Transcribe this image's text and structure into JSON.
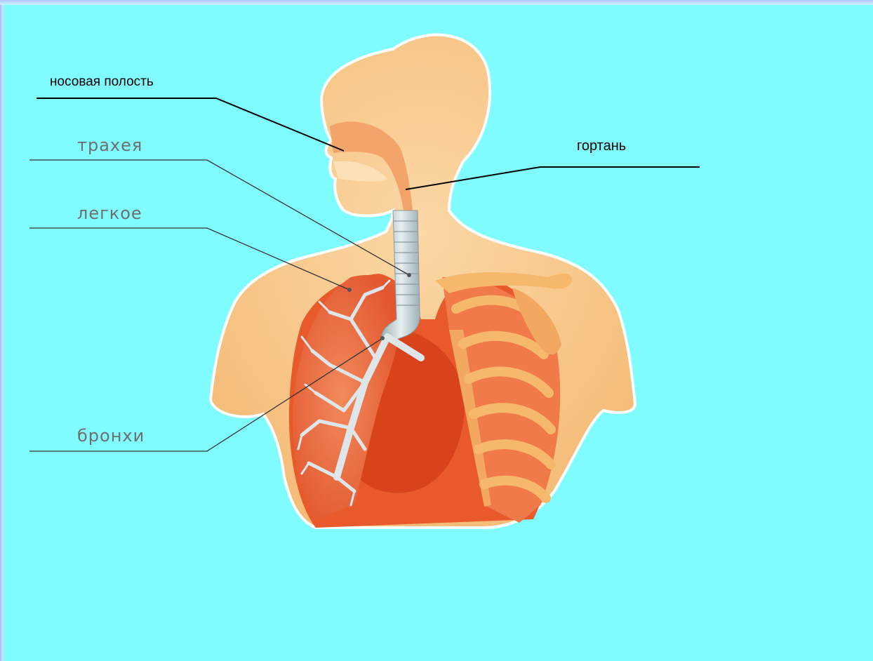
{
  "labels": {
    "nasal_cavity": "носовая полость",
    "trachea": "трахея",
    "lung": "легкое",
    "bronchi": "бронхи",
    "larynx": "гортань"
  },
  "colors": {
    "background": "#80fcff",
    "skin": "#f9c98c",
    "lung_fill": "#f07a4a",
    "trachea_fill": "#d4dde0",
    "rib_fill": "#f6b86a",
    "leader_line": "#000000"
  }
}
